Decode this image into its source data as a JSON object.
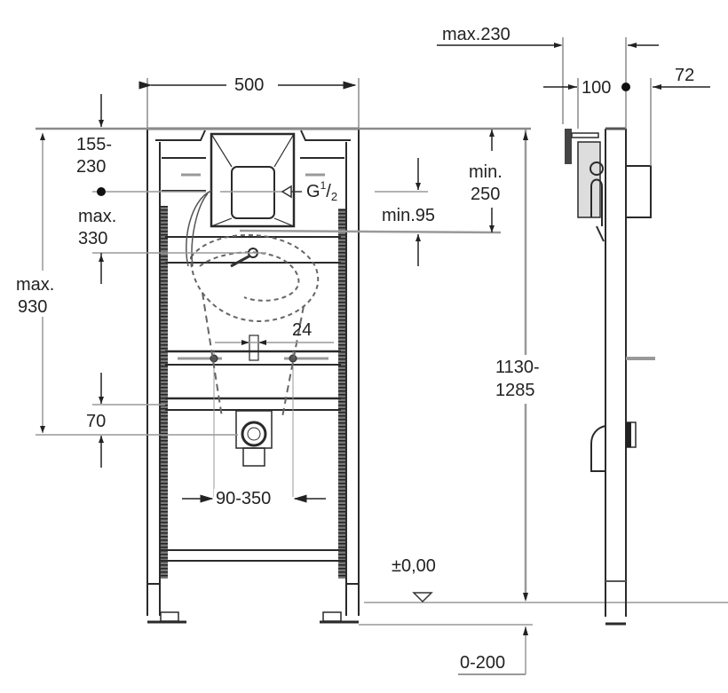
{
  "diagram": {
    "type": "technical-installation-drawing",
    "views": [
      "front-view",
      "side-view"
    ],
    "colors": {
      "line": "#2a2a2a",
      "dim_line": "#8a8a8a",
      "background": "#ffffff",
      "hatching": "#555555"
    }
  },
  "front_view": {
    "dimensions": {
      "frame_width": "500",
      "top_to_connection_a": "155-",
      "top_to_connection_b": "230",
      "connection_max_a": "max.",
      "connection_max_b": "330",
      "overall_max_a": "max.",
      "overall_max_b": "930",
      "thread_g": "G",
      "thread_num": "1",
      "thread_sep": "/",
      "thread_den": "2",
      "min_250_a": "min.",
      "min_250_b": "250",
      "min_95": "min.95",
      "width_24": "24",
      "height_70": "70",
      "spacing_90_350": "90-350"
    }
  },
  "side_view": {
    "dimensions": {
      "max_230": "max.230",
      "depth_100": "100",
      "depth_72": "72",
      "height_a": "1130-",
      "height_b": "1285",
      "floor_level": "±0,00",
      "foot_adjust": "0-200"
    }
  }
}
